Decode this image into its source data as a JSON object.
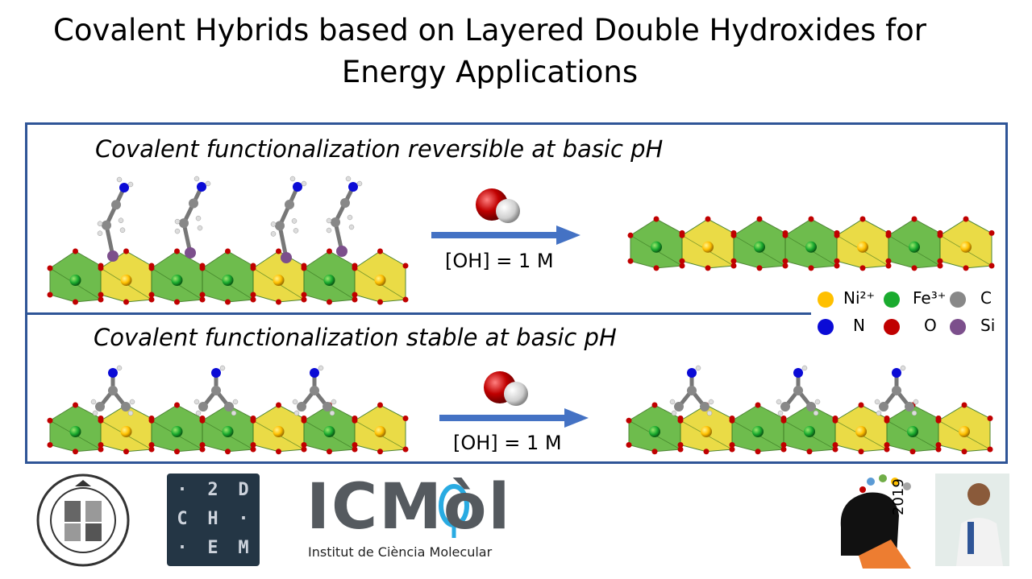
{
  "title": "Covalent Hybrids based on Layered Double Hydroxides for Energy Applications",
  "panel_top": {
    "heading": "Covalent functionalization reversible at basic pH",
    "condition": "[OH] = 1 M"
  },
  "panel_bottom": {
    "heading": "Covalent functionalization stable at basic pH",
    "condition": "[OH] = 1 M"
  },
  "legend": [
    {
      "label": "Ni²⁺",
      "color": "#ffc000"
    },
    {
      "label": "Fe³⁺",
      "color": "#1aab2f"
    },
    {
      "label": "C",
      "color": "#888888"
    },
    {
      "label": "N",
      "color": "#0b0bd6"
    },
    {
      "label": "O",
      "color": "#c00000"
    },
    {
      "label": "Si",
      "color": "#7c4f8c"
    }
  ],
  "logos": {
    "chem_grid": [
      "·",
      "2",
      "D",
      "C",
      "H",
      "·",
      "·",
      "E",
      "M"
    ],
    "icmol_main": "ICMòl",
    "icmol_sub": "Institut de Ciència Molecular",
    "congress_year": "2019"
  },
  "colors": {
    "frame": "#2f5597",
    "arrow": "#4472c4",
    "green_octahedra": "#5fb53a",
    "yellow_octahedra": "#e8d832"
  }
}
